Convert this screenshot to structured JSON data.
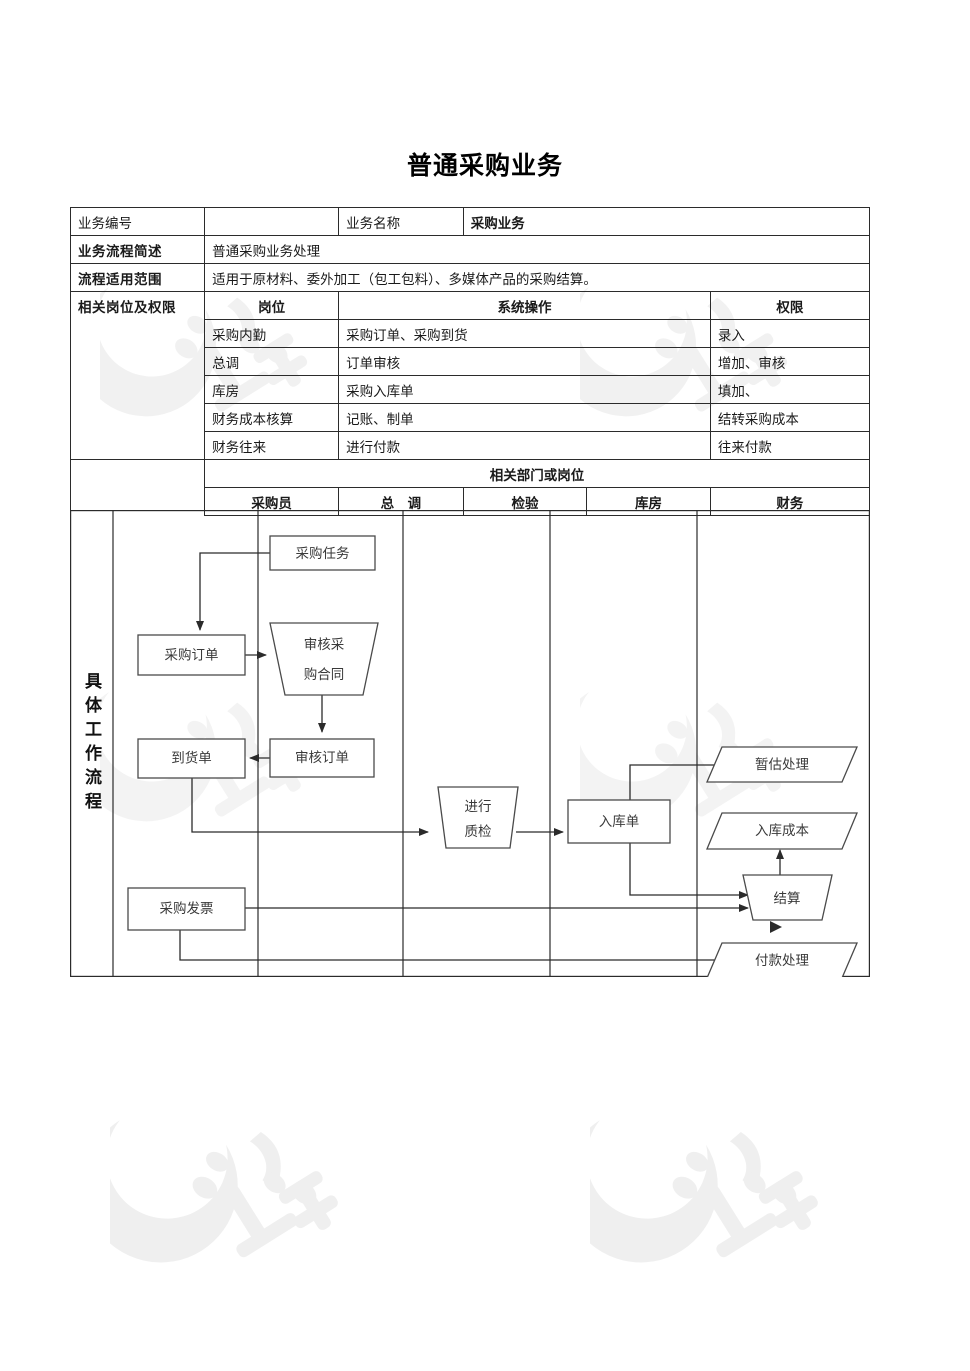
{
  "document": {
    "title": "普通采购业务"
  },
  "info_table": {
    "row1": {
      "label": "业务编号",
      "value": "",
      "label2": "业务名称",
      "value2": "采购业务"
    },
    "row2": {
      "label": "业务流程简述",
      "value": "普通采购业务处理"
    },
    "row3": {
      "label": "流程适用范围",
      "value": "适用于原材料、委外加工（包工包料）、多媒体产品的采购结算。"
    },
    "roles_section": {
      "label": "相关岗位及权限",
      "headers": [
        "岗位",
        "系统操作",
        "权限"
      ],
      "rows": [
        {
          "post": "采购内勤",
          "operation": "采购订单、采购到货",
          "permission": "录入"
        },
        {
          "post": "总调",
          "operation": "订单审核",
          "permission": "增加、审核"
        },
        {
          "post": "库房",
          "operation": "采购入库单",
          "permission": "填加、"
        },
        {
          "post": "财务成本核算",
          "operation": "记账、制单",
          "permission": "结转采购成本"
        },
        {
          "post": "财务往来",
          "operation": "进行付款",
          "permission": "往来付款"
        }
      ]
    },
    "departments": {
      "title": "相关部门或岗位",
      "columns": [
        "采购员",
        "总　调",
        "检验",
        "库房",
        "财务"
      ]
    }
  },
  "flow": {
    "side_label": "具体工作流程",
    "nodes": {
      "purchase_task": "采购任务",
      "purchase_order": "采购订单",
      "audit_contract_l1": "审核采",
      "audit_contract_l2": "购合同",
      "audit_order": "审核订单",
      "arrival_note": "到货单",
      "quality_check_l1": "进行",
      "quality_check_l2": "质检",
      "warehouse_note": "入库单",
      "purchase_invoice": "采购发票",
      "provisional": "暂估处理",
      "stock_cost": "入库成本",
      "settlement": "结算",
      "payment": "付款处理"
    }
  },
  "watermark": {
    "text": "江源"
  },
  "colors": {
    "line": "#2b2b2b",
    "node_stroke": "#4a4a4a",
    "text": "#3a3a3a",
    "watermark": "#f0f0f0"
  }
}
